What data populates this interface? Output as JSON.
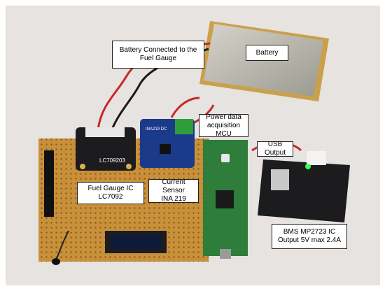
{
  "annotations": {
    "battery_connected": "Battery Connected to the\nFuel Gauge",
    "battery": "Battery",
    "mcu": "Power data\nacquisition MCU",
    "usb_output": "USB Output",
    "fuel_gauge": "Fuel Gauge IC\nLC7092",
    "current_sensor": "Current Sensor\nINA 219",
    "bms": "BMS MP2723 IC\nOutput 5V max 2.4A"
  },
  "board_labels": {
    "fuel_gauge_chip": "LC709203",
    "ina_chip": "INA219 DC"
  },
  "colors": {
    "background": "#e6e3e0",
    "protoboard": "#c9903a",
    "pcb_black": "#1c1c1e",
    "pcb_blue": "#1c3a8a",
    "pico_green": "#2e7d3a",
    "battery_silver": "#b9b6ae",
    "wire_red": "#c62828",
    "led_green": "#3cff5a"
  }
}
